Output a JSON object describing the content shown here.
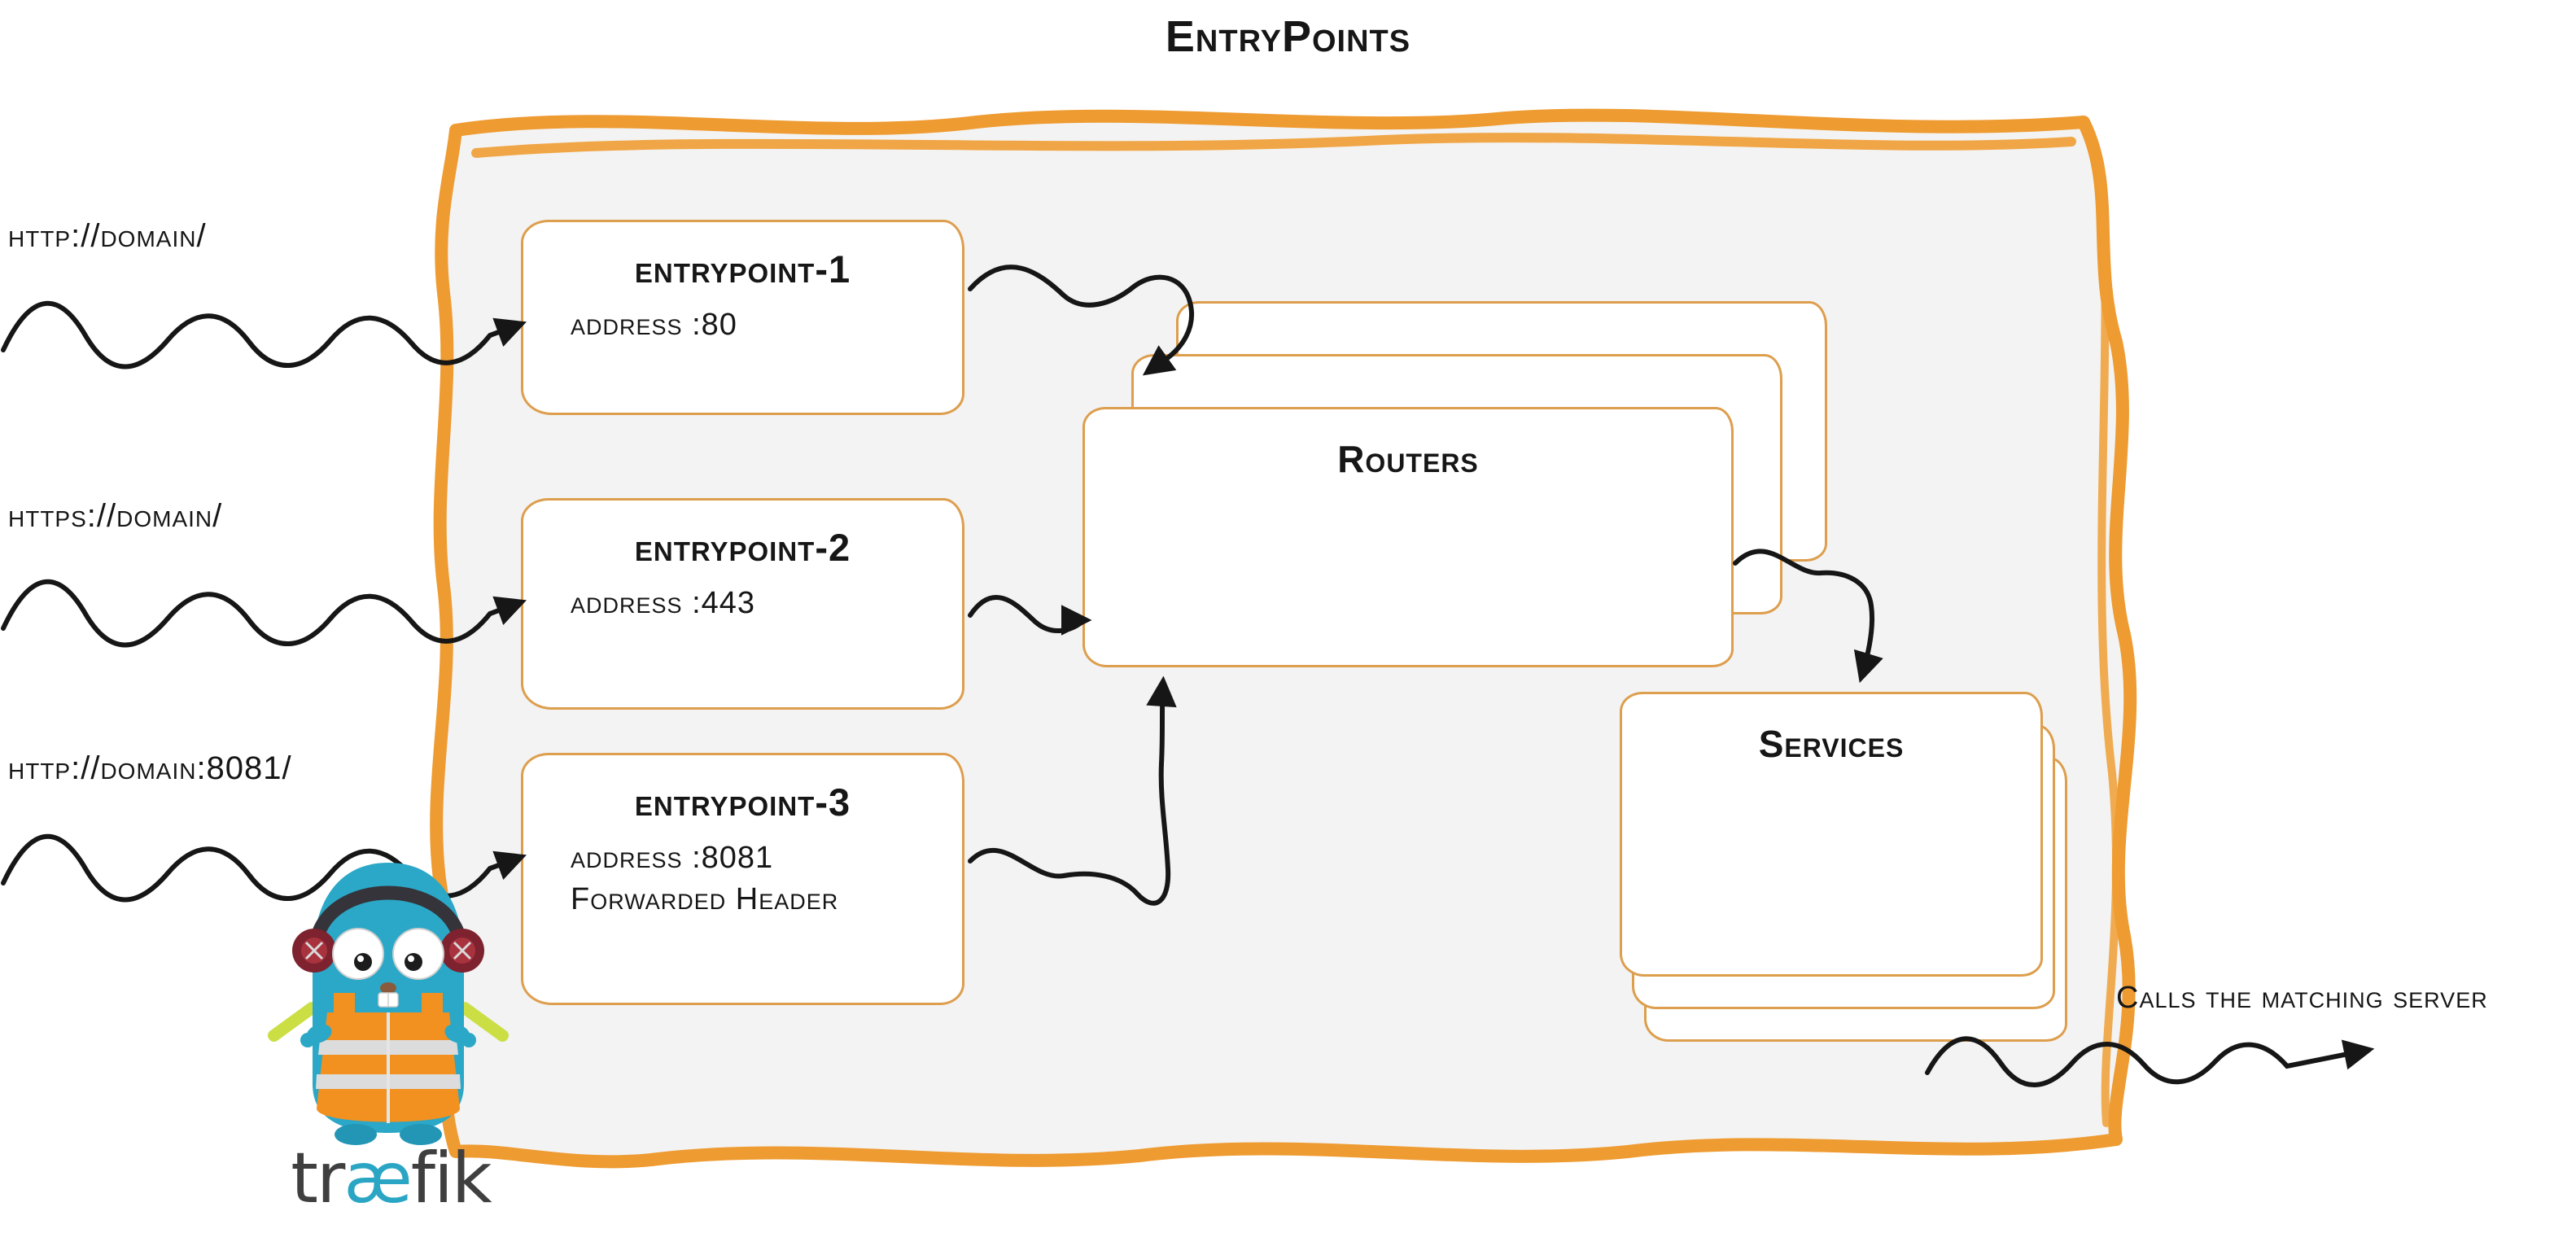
{
  "title": "EntryPoints",
  "requests": [
    {
      "label": "http://domain/"
    },
    {
      "label": "https://domain/"
    },
    {
      "label": "http://domain:8081/"
    }
  ],
  "entrypoints": [
    {
      "name": "entrypoint-1",
      "address": "address :80"
    },
    {
      "name": "entrypoint-2",
      "address": "address :443"
    },
    {
      "name": "entrypoint-3",
      "address": "address :8081",
      "extra": "Forwarded Header"
    }
  ],
  "routers_label": "Routers",
  "services_label": "Services",
  "outgoing_label": "Calls the matching server",
  "logo": {
    "wordmark_start": "tr",
    "wordmark_ae": "æ",
    "wordmark_end": "fik"
  },
  "colors": {
    "panel_border_orange": "#ee9b31",
    "box_border_orange": "#dd9e4d",
    "panel_fill": "#f3f3f3",
    "ink": "#161616",
    "traefik_teal": "#2aa6c4",
    "vest_orange": "#f2911f",
    "glowstick_green": "#cbdf45"
  }
}
